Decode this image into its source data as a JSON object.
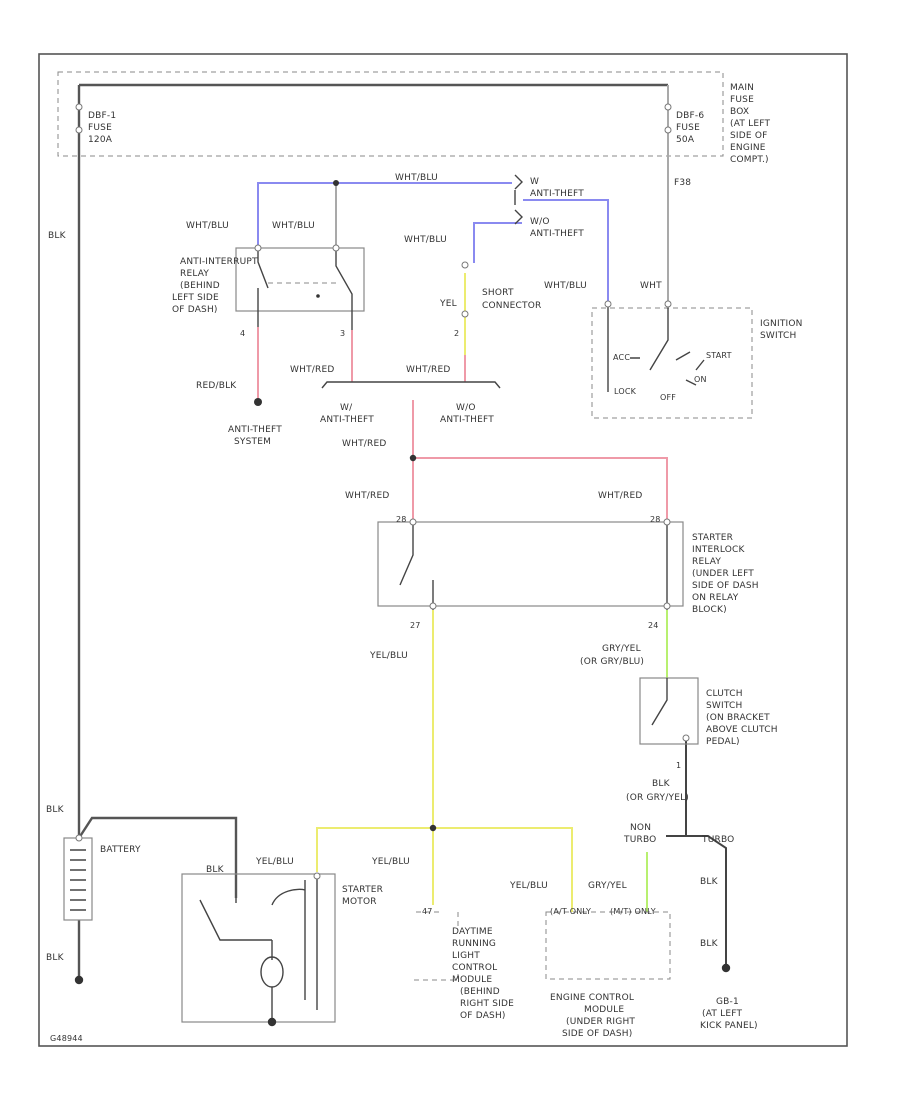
{
  "diagram": {
    "fuses": {
      "left": [
        "DBF-1",
        "FUSE",
        "120A"
      ],
      "right": [
        "DBF-6",
        "FUSE",
        "50A"
      ],
      "main_box": [
        "MAIN",
        "FUSE",
        "BOX",
        "(AT LEFT",
        "SIDE OF",
        "ENGINE",
        "COMPT.)"
      ]
    },
    "wires": {
      "blk_left": "BLK",
      "blk_battery_top": "BLK",
      "blk_battery_bot": "BLK",
      "wht_blu_top": "WHT/BLU",
      "wht_blu_1": "WHT/BLU",
      "wht_blu_2": "WHT/BLU",
      "wht_blu_3": "WHT/BLU",
      "wht_blu_4": "WHT/BLU",
      "yel": "YEL",
      "wht_red_1": "WHT/RED",
      "wht_red_2": "WHT/RED",
      "wht_red_3": "WHT/RED",
      "wht_red_4": "WHT/RED",
      "wht_red_5": "WHT/RED",
      "red_blk": "RED/BLK",
      "wht": "WHT",
      "f38": "F38",
      "yel_blu_1": "YEL/BLU",
      "yel_blu_2": "YEL/BLU",
      "yel_blu_3": "YEL/BLU",
      "yel_blu_4": "YEL/BLU",
      "gry_yel": [
        "GRY/YEL",
        "(OR GRY/BLU)"
      ],
      "gry_yel_2": "GRY/YEL",
      "blk_gry": [
        "BLK",
        "(OR GRY/YEL)"
      ],
      "blk_r1": "BLK",
      "blk_r2": "BLK",
      "nonturbo": [
        "NON",
        "TURBO"
      ],
      "turbo": "TURBO"
    },
    "connectors": {
      "w_top": [
        "W",
        "ANTI-THEFT"
      ],
      "wo_top": [
        "W/O",
        "ANTI-THEFT"
      ],
      "w_bot": [
        "W/",
        "ANTI-THEFT"
      ],
      "wo_bot": [
        "W/O",
        "ANTI-THEFT"
      ],
      "short": [
        "SHORT",
        "CONNECTOR"
      ]
    },
    "pins": {
      "p4": "4",
      "p3": "3",
      "p2": "2",
      "p28a": "28",
      "p28b": "28",
      "p27": "27",
      "p24": "24",
      "p1": "1",
      "p47": "47",
      "pEngL": "(A/T ONLY",
      "pEngR": "(M/T) ONLY"
    },
    "components": {
      "interrupt_relay": [
        "ANTI-INTERRUPT",
        "RELAY",
        "(BEHIND",
        "LEFT SIDE",
        "OF DASH)"
      ],
      "anti_theft": [
        "ANTI-THEFT",
        "SYSTEM"
      ],
      "ignition_switch": [
        "IGNITION",
        "SWITCH"
      ],
      "starter_relay": [
        "STARTER",
        "INTERLOCK",
        "RELAY",
        "(UNDER LEFT",
        "SIDE OF DASH",
        "ON RELAY",
        "BLOCK)"
      ],
      "clutch_switch": [
        "CLUTCH",
        "SWITCH",
        "(ON BRACKET",
        "ABOVE CLUTCH",
        "PEDAL)"
      ],
      "battery": "BATTERY",
      "starter_motor": [
        "STARTER",
        "MOTOR"
      ],
      "drl_module": [
        "DAYTIME",
        "RUNNING",
        "LIGHT",
        "CONTROL",
        "MODULE",
        "(BEHIND",
        "RIGHT SIDE",
        "OF DASH)"
      ],
      "ecm": [
        "ENGINE CONTROL",
        "MODULE",
        "(UNDER RIGHT",
        "SIDE OF DASH)"
      ],
      "ground": [
        "GB-1",
        "(AT LEFT",
        "KICK PANEL)"
      ]
    },
    "ignition_positions": {
      "acc": "ACC",
      "start": "START",
      "on": "ON",
      "lock": "LOCK",
      "off": "OFF"
    },
    "starter_label": "BLK",
    "footer_code": "G48944"
  }
}
